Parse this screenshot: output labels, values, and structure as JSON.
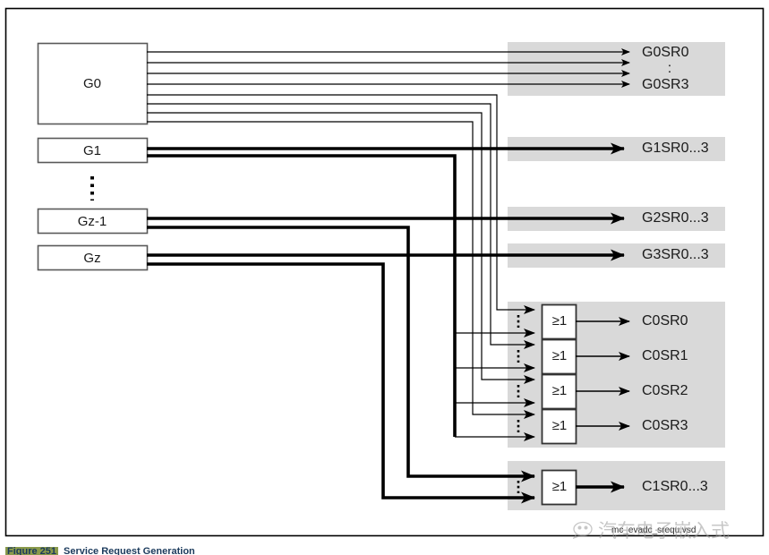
{
  "diagram": {
    "title": "Service Request Generation",
    "file_label": "mc_evadc_srequ.vsd",
    "frame": {
      "stroke": "#000000"
    },
    "colors": {
      "band_gray": "#d9d9d9",
      "box_fill": "#ffffff",
      "box_stroke": "#4d4d4d",
      "line_thin": "#000000",
      "line_thick": "#000000",
      "text": "#1a1a1a"
    },
    "groups": [
      {
        "id": "g0",
        "label": "G0"
      },
      {
        "id": "g1",
        "label": "G1"
      },
      {
        "id": "gz1",
        "label": "Gz-1"
      },
      {
        "id": "gz",
        "label": "Gz"
      }
    ],
    "group_ellipsis": "vertical-dotted",
    "group_outputs": [
      {
        "id": "g0sr0",
        "label": "G0SR0"
      },
      {
        "id": "g0-ellipsis",
        "label": ":"
      },
      {
        "id": "g0sr3",
        "label": "G0SR3"
      },
      {
        "id": "g1sr",
        "label": "G1SR0...3"
      },
      {
        "id": "g2sr",
        "label": "G2SR0...3"
      },
      {
        "id": "g3sr",
        "label": "G3SR0...3"
      }
    ],
    "or_gates": [
      {
        "id": "c0sr0",
        "symbol": "≥1",
        "output": "C0SR0",
        "inputs_ellipsis": ":"
      },
      {
        "id": "c0sr1",
        "symbol": "≥1",
        "output": "C0SR1",
        "inputs_ellipsis": ":"
      },
      {
        "id": "c0sr2",
        "symbol": "≥1",
        "output": "C0SR2",
        "inputs_ellipsis": ":"
      },
      {
        "id": "c0sr3",
        "symbol": "≥1",
        "output": "C0SR3",
        "inputs_ellipsis": ":"
      },
      {
        "id": "c1sr",
        "symbol": "≥1",
        "output": "C1SR0...3",
        "inputs_ellipsis": ":"
      }
    ],
    "caption": {
      "tag": "Figure 251",
      "text": "Service Request Generation"
    },
    "watermark": {
      "text": "汽车电子嵌入式"
    }
  }
}
